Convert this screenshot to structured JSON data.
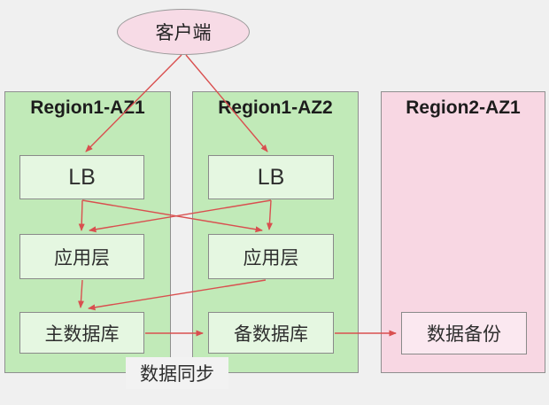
{
  "diagram": {
    "client": {
      "label": "客户端"
    },
    "regions": {
      "r1az1": {
        "title": "Region1-AZ1"
      },
      "r1az2": {
        "title": "Region1-AZ2"
      },
      "r2az1": {
        "title": "Region2-AZ1"
      }
    },
    "nodes": {
      "lb1": {
        "label": "LB"
      },
      "lb2": {
        "label": "LB"
      },
      "app1": {
        "label": "应用层"
      },
      "app2": {
        "label": "应用层"
      },
      "primary_db": {
        "label": "主数据库"
      },
      "standby_db": {
        "label": "备数据库"
      },
      "backup": {
        "label": "数据备份"
      }
    },
    "annotations": {
      "sync": {
        "label": "数据同步"
      }
    },
    "edges": [
      {
        "from": "client",
        "to": "lb1"
      },
      {
        "from": "client",
        "to": "lb2"
      },
      {
        "from": "lb1",
        "to": "app1"
      },
      {
        "from": "lb1",
        "to": "app2"
      },
      {
        "from": "lb2",
        "to": "app1"
      },
      {
        "from": "lb2",
        "to": "app2"
      },
      {
        "from": "app1",
        "to": "primary_db"
      },
      {
        "from": "app2",
        "to": "primary_db"
      },
      {
        "from": "primary_db",
        "to": "standby_db",
        "label": "数据同步"
      },
      {
        "from": "standby_db",
        "to": "backup"
      }
    ],
    "colors": {
      "background": "#f0f0f0",
      "region_green": "#c1eab8",
      "region_pink": "#f8d7e3",
      "node_green": "#e5f7e1",
      "node_pink": "#fbe8f0",
      "ellipse_pink": "#f7dbe6",
      "border_gray": "#8f8f8f",
      "arrow_red": "#d94f4f",
      "text_dark": "#222222"
    }
  }
}
